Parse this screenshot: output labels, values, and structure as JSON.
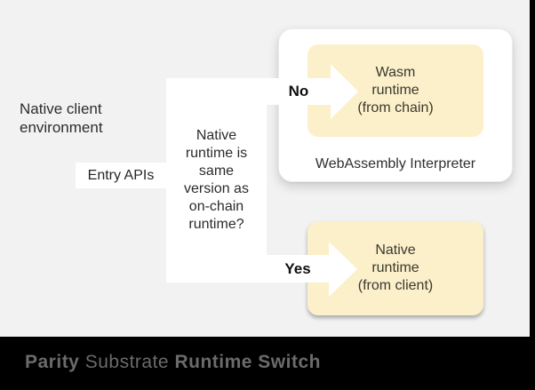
{
  "colors": {
    "bg": "#f2f2f2",
    "cream": "#fbf0ca",
    "bar": "#000000",
    "title-gray": "#6b6b6b",
    "ink": "#2b2b2b"
  },
  "diagram": {
    "native_env_label": "Native client\nenvironment",
    "entry_apis_label": "Entry APIs",
    "question_label": "Native\nruntime is\nsame\nversion as\non-chain\nruntime?",
    "no_label": "No",
    "yes_label": "Yes",
    "wasm_card": {
      "box_label": "Wasm\nruntime\n(from chain)",
      "caption": "WebAssembly Interpreter"
    },
    "native_box_label": "Native\nruntime\n(from client)"
  },
  "titlebar": {
    "brand": "Parity",
    "product": "Substrate",
    "title": "Runtime Switch"
  }
}
